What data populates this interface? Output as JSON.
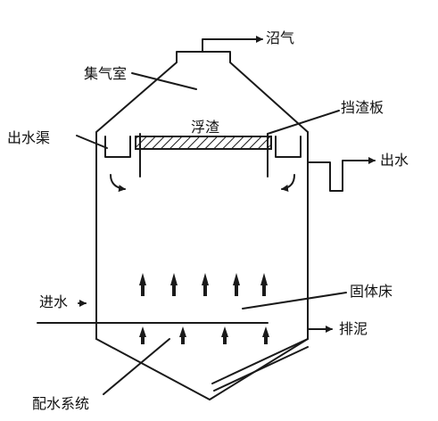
{
  "labels": {
    "biogas": "沼气",
    "gas_chamber": "集气室",
    "scum": "浮渣",
    "baffle": "挡渣板",
    "outlet_channel": "出水渠",
    "effluent": "出水",
    "solid_bed": "固体床",
    "influent": "进水",
    "sludge_discharge": "排泥",
    "distribution_system": "配水系统"
  },
  "colors": {
    "line": "#1a1a1a",
    "background": "#ffffff"
  }
}
